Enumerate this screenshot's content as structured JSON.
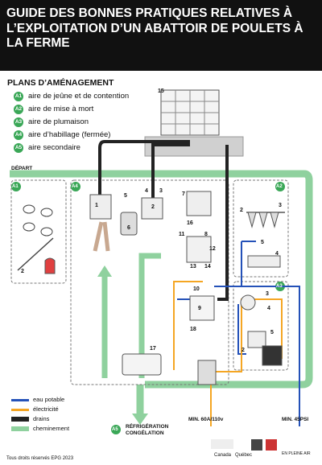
{
  "title": "GUIDE DES BONNES PRATIQUES RELATIVES À L’EXPLOITATION D’UN ABATTOIR DE POULETS À LA FERME",
  "plans_heading": "PLANS D’AMÉNAGEMENT",
  "areas": [
    {
      "code": "A1",
      "label": "aire de jeûne et de contention"
    },
    {
      "code": "A2",
      "label": "aire de mise à mort"
    },
    {
      "code": "A3",
      "label": "aire de plumaison"
    },
    {
      "code": "A4",
      "label": "aire d’habillage (fermée)"
    },
    {
      "code": "A5",
      "label": "aire secondaire"
    }
  ],
  "start_label": "DÉPART",
  "a5_destination": "RÉFRIGÉRATION CONGÉLATION",
  "legend": [
    {
      "label": "eau potable",
      "color": "#2451b8"
    },
    {
      "label": "électricité",
      "color": "#f5a623"
    },
    {
      "label": "drains",
      "color": "#222222"
    },
    {
      "label": "cheminement",
      "color": "#8fd19e"
    }
  ],
  "power_note": "MIN. 60A/110v",
  "pressure_note": "MIN. 45PSI",
  "numbers": [
    "1",
    "2",
    "3",
    "4",
    "5",
    "6",
    "7",
    "8",
    "9",
    "10",
    "11",
    "12",
    "13",
    "14",
    "15",
    "16",
    "17",
    "18"
  ],
  "copyright": "Tous droits réservés EPG 2023",
  "logos": [
    "Canada",
    "Québec",
    "EN PLEINE AIR"
  ],
  "colors": {
    "water": "#2451b8",
    "electric": "#f5a623",
    "drain": "#222222",
    "path": "#8fd19e",
    "badge": "#3aa757",
    "header": "#111111"
  }
}
